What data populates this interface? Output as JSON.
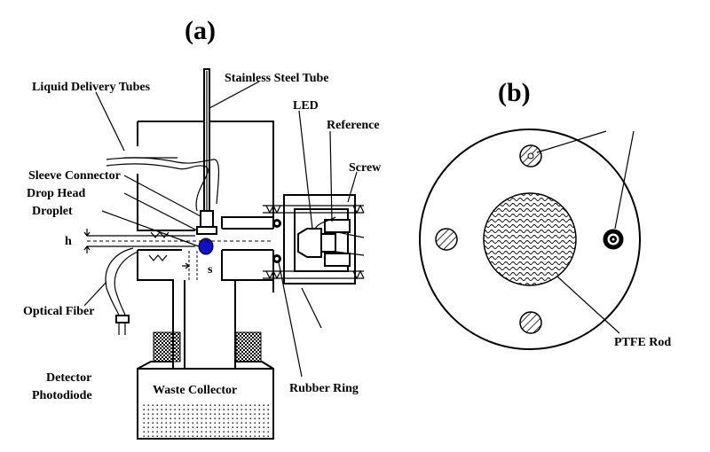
{
  "panels": {
    "a": "(a)",
    "b": "(b)"
  },
  "labels": {
    "stainless_steel_tube": "Stainless Steel Tube",
    "liquid_delivery_tubes": "Liquid Delivery Tubes",
    "led": "LED",
    "reference": "Reference",
    "screw": "Screw",
    "sleeve_connector": "Sleeve Connector",
    "drop_head": "Drop Head",
    "droplet": "Droplet",
    "h": "h",
    "s": "s",
    "optical_fiber": "Optical Fiber",
    "detector_line1": "Detector",
    "detector_line2": "Photodiode",
    "waste_collector": "Waste Collector",
    "rubber_ring": "Rubber Ring",
    "ptfe_rod": "PTFE Rod"
  },
  "colors": {
    "droplet": "#1010cc",
    "ink": "#000000"
  }
}
